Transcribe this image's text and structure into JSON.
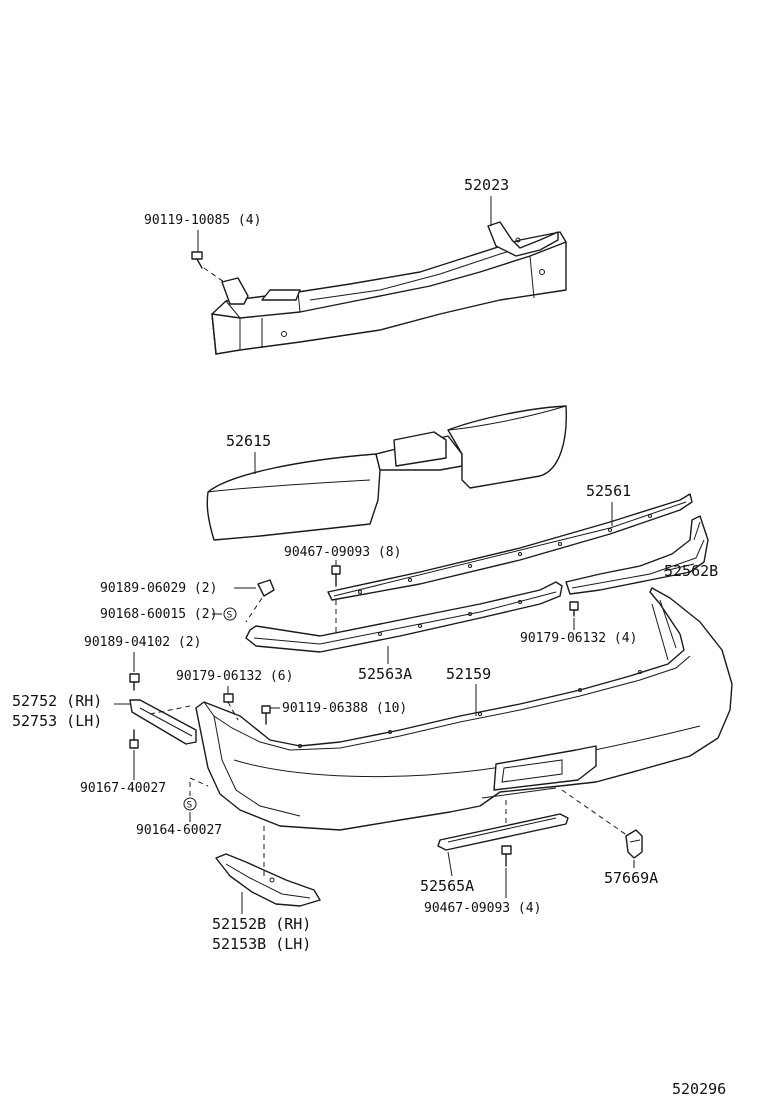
{
  "labels": {
    "p52023": "52023",
    "p90119_10085": "90119-10085 (4)",
    "p52615": "52615",
    "p52561": "52561",
    "p52562B": "52562B",
    "p90467_09093_8": "90467-09093 (8)",
    "p90189_06029": "90189-06029 (2)",
    "p90168_60015": "90168-60015 (2)",
    "p90189_04102": "90189-04102 (2)",
    "p90179_06132_4": "90179-06132 (4)",
    "p52563A": "52563A",
    "p52159": "52159",
    "p90179_06132_6": "90179-06132 (6)",
    "p52752": "52752 (RH)",
    "p52753": "52753 (LH)",
    "p90119_06388": "90119-06388 (10)",
    "p90167_40027": "90167-40027",
    "p90164_60027": "90164-60027",
    "p52565A": "52565A",
    "p57669A": "57669A",
    "p90467_09093_4": "90467-09093 (4)",
    "p52152B": "52152B (RH)",
    "p52153B": "52153B (LH)",
    "s_mark_1": "S",
    "s_mark_2": "S",
    "diagram_id": "520296"
  }
}
